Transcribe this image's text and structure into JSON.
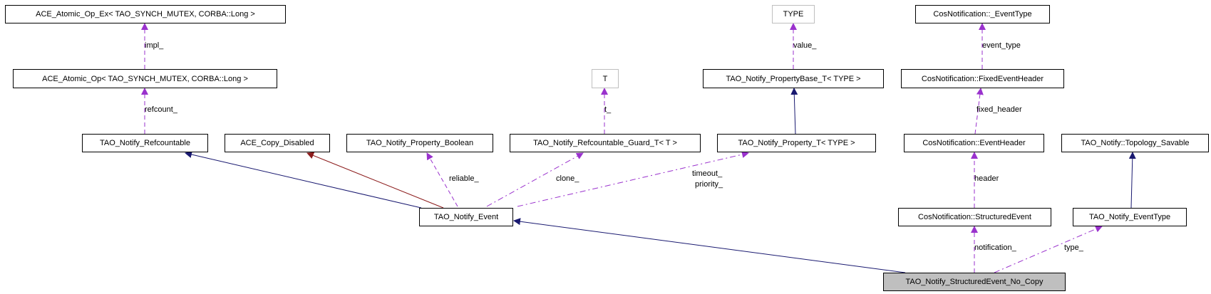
{
  "nodes": {
    "atomic_op_ex": "ACE_Atomic_Op_Ex< TAO_SYNCH_MUTEX, CORBA::Long >",
    "atomic_op": "ACE_Atomic_Op< TAO_SYNCH_MUTEX, CORBA::Long >",
    "refcountable": "TAO_Notify_Refcountable",
    "copy_disabled": "ACE_Copy_Disabled",
    "property_boolean": "TAO_Notify_Property_Boolean",
    "refcountable_guard": "TAO_Notify_Refcountable_Guard_T< T >",
    "t": "T",
    "type": "TYPE",
    "property_base": "TAO_Notify_PropertyBase_T< TYPE >",
    "property_t": "TAO_Notify_Property_T< TYPE >",
    "event_type_cos": "CosNotification::_EventType",
    "fixed_event_header": "CosNotification::FixedEventHeader",
    "event_header": "CosNotification::EventHeader",
    "topology_savable": "TAO_Notify::Topology_Savable",
    "notify_event": "TAO_Notify_Event",
    "structured_event": "CosNotification::StructuredEvent",
    "notify_event_type": "TAO_Notify_EventType",
    "no_copy": "TAO_Notify_StructuredEvent_No_Copy"
  },
  "edge_labels": {
    "impl": "impl_",
    "refcount": "refcount_",
    "reliable": "reliable_",
    "clone": "clone_",
    "t": "t_",
    "timeout": "timeout_",
    "priority": "priority_",
    "value": "value_",
    "event_type": "event_type",
    "fixed_header": "fixed_header",
    "header": "header",
    "notification": "notification_",
    "type": "type_"
  },
  "colors": {
    "inheritance": "#191970",
    "private_inheritance": "#8b1a1a",
    "usage": "#9a32cd",
    "focus_fill": "#bfbfbf"
  }
}
